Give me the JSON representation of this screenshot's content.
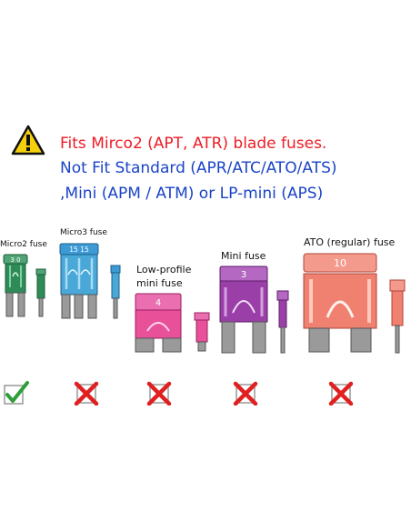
{
  "warning": {
    "lines": [
      "Fits Mirco2 (APT, ATR) blade fuses.",
      "Not Fit Standard (APR/ATC/ATO/ATS)",
      ",Mini (APM / ATM)  or LP-mini (APS)"
    ],
    "colors": {
      "fits": "#ee1c25",
      "not_fit": "#1a44c8"
    }
  },
  "fuses": [
    {
      "label": "Micro2 fuse",
      "rating": "3 0",
      "color": "#2e8b57",
      "compatible": true
    },
    {
      "label": "Micro3 fuse",
      "rating": "15 15",
      "color": "#4aa8d8",
      "compatible": false
    },
    {
      "label": "Low-profile\nmini fuse",
      "rating": "4",
      "color": "#e8509a",
      "compatible": false
    },
    {
      "label": "Mini fuse",
      "rating": "3",
      "color": "#9b3fa8",
      "compatible": false
    },
    {
      "label": "ATO (regular) fuse",
      "rating": "10",
      "color": "#f08070",
      "compatible": false
    }
  ],
  "icons": {
    "warning": "warning-triangle-icon",
    "yes": "green-check-icon",
    "no": "red-x-icon"
  }
}
